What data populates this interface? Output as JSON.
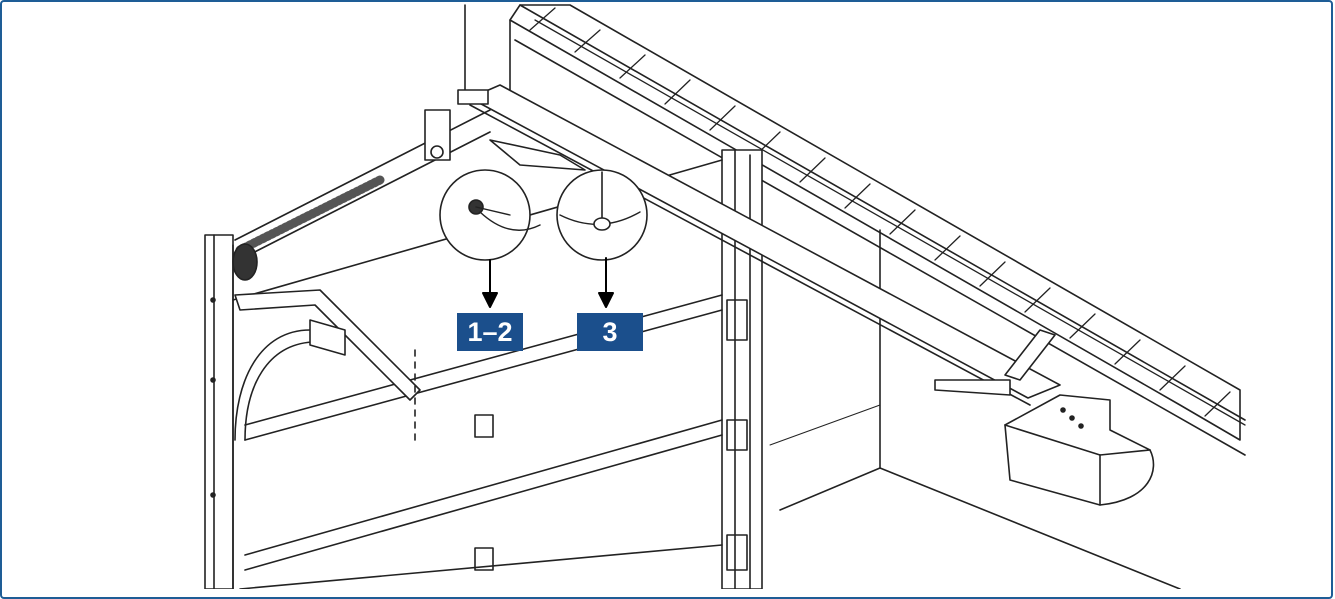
{
  "callouts": [
    {
      "label": "1–2",
      "detail": "cable-bolt-detail"
    },
    {
      "label": "3",
      "detail": "cable-hook-detail"
    }
  ],
  "colors": {
    "frame": "#1e5d96",
    "badge_bg": "#1b4f8c",
    "badge_text": "#ffffff",
    "line_art": "#222222"
  },
  "icons": [
    "arrow-down-icon"
  ]
}
